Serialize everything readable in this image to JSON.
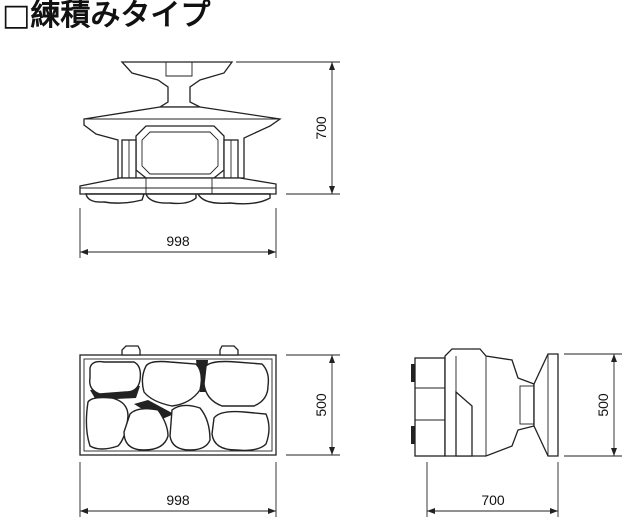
{
  "title": "□練積みタイプ",
  "views": {
    "front": {
      "height_label": "700",
      "width_label": "998"
    },
    "plan": {
      "height_label": "500",
      "width_label": "998"
    },
    "side": {
      "height_label": "500",
      "width_label": "700"
    }
  }
}
